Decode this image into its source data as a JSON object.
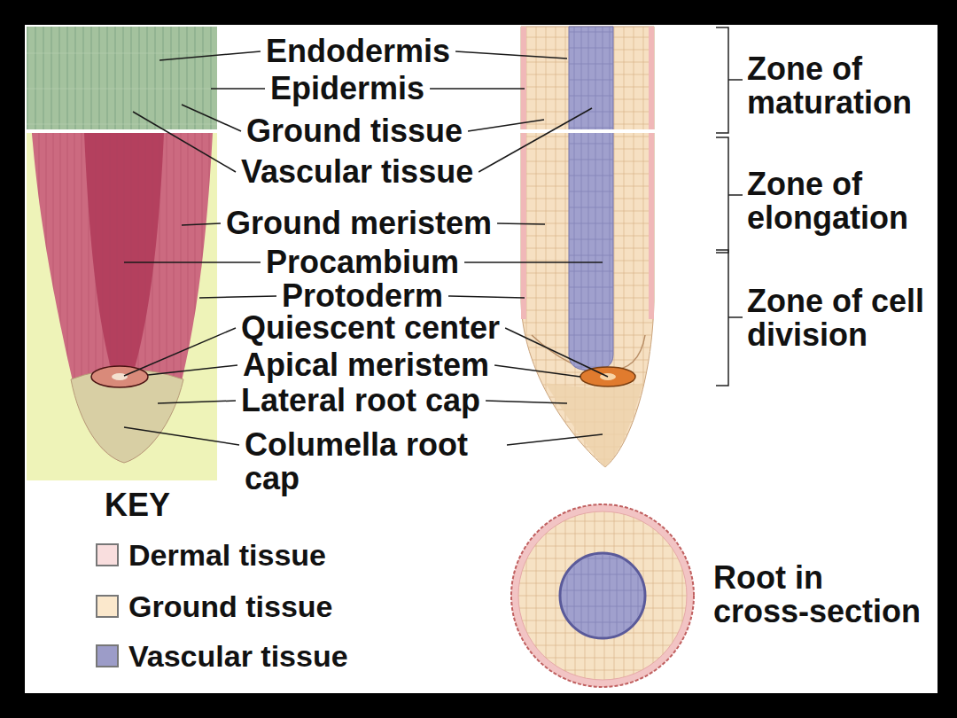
{
  "diagram": {
    "labels": [
      "Endodermis",
      "Epidermis",
      "Ground tissue",
      "Vascular tissue",
      "Ground meristem",
      "Procambium",
      "Protoderm",
      "Quiescent center",
      "Apical meristem",
      "Lateral root cap",
      "Columella root cap",
      "Zone of maturation",
      "Zone of elongation",
      "Zone of cell division",
      "KEY",
      "Root in cross-section"
    ],
    "legend": [
      {
        "text": "Dermal tissue",
        "color": "#f9dede"
      },
      {
        "text": "Ground tissue",
        "color": "#fbe8cc"
      },
      {
        "text": "Vascular tissue",
        "color": "#9c9cc8"
      }
    ]
  }
}
